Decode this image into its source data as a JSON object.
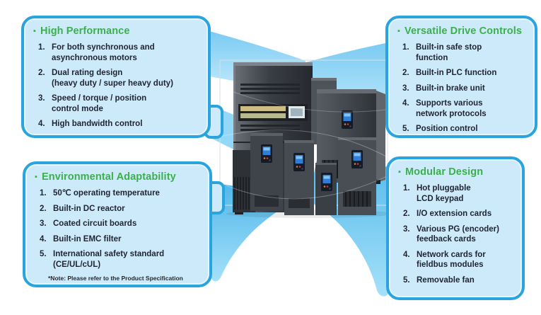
{
  "shared": {
    "bullet_glyph": "▪"
  },
  "colors": {
    "box_fill": "#cdeafa",
    "box_border": "#2aa4df",
    "heading_green": "#3bb04c",
    "text_dark": "#1f2433",
    "swoosh_light": "#8bd2f5",
    "swoosh_dark": "#4fb7ea",
    "drive_body_dark": "#31363b"
  },
  "boxes": [
    {
      "title": "High Performance",
      "items": [
        {
          "num": "1.",
          "text": "For both synchronous and\nasynchronous motors"
        },
        {
          "num": "2.",
          "text": "Dual rating design\n(heavy duty / super heavy duty)"
        },
        {
          "num": "3.",
          "text": "Speed / torque / position\ncontrol mode"
        },
        {
          "num": "4.",
          "text": "High bandwidth control"
        }
      ]
    },
    {
      "title": "Versatile Drive Controls",
      "items": [
        {
          "num": "1.",
          "text": "Built-in safe stop\nfunction"
        },
        {
          "num": "2.",
          "text": "Built-in PLC function"
        },
        {
          "num": "3.",
          "text": "Built-in brake unit"
        },
        {
          "num": "4.",
          "text": "Supports various\nnetwork protocols"
        },
        {
          "num": "5.",
          "text": "Position control"
        }
      ]
    },
    {
      "title": "Environmental Adaptability",
      "items": [
        {
          "num": "1.",
          "text": "50℃ operating temperature"
        },
        {
          "num": "2.",
          "text": "Built-in DC reactor"
        },
        {
          "num": "3.",
          "text": "Coated circuit boards"
        },
        {
          "num": "4.",
          "text": "Built-in EMC filter"
        },
        {
          "num": "5.",
          "text": "International safety standard\n(CE/UL/cUL)"
        }
      ],
      "note": "*Note: Please refer to the Product Specification"
    },
    {
      "title": "Modular Design",
      "items": [
        {
          "num": "1.",
          "text": "Hot pluggable\nLCD keypad"
        },
        {
          "num": "2.",
          "text": "I/O extension cards"
        },
        {
          "num": "3.",
          "text": "Various PG (encoder)\nfeedback cards"
        },
        {
          "num": "4.",
          "text": "Network cards for\nfieldbus modules"
        },
        {
          "num": "5.",
          "text": "Removable fan"
        }
      ]
    }
  ],
  "illustration": {
    "icon": "vfd-product-family"
  }
}
